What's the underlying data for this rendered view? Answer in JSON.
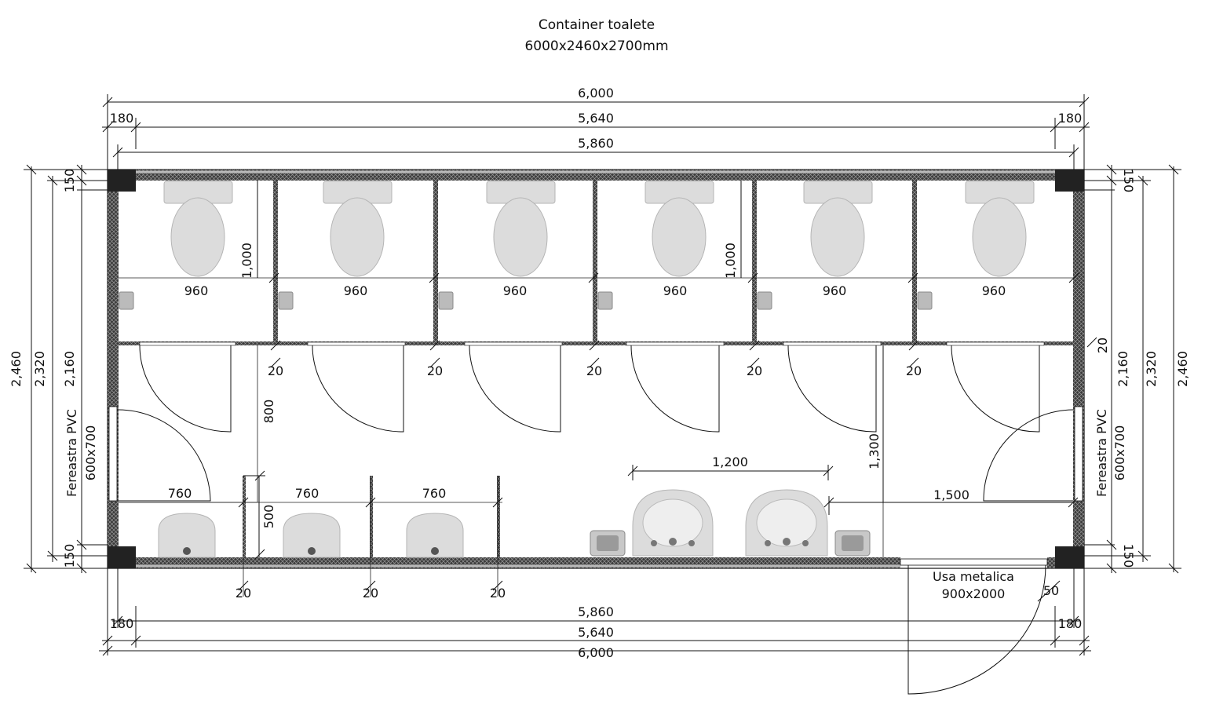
{
  "title": {
    "line1": "Container toalete",
    "line2": "6000x2460x2700mm"
  },
  "dimensions": {
    "overall_length": "6,000",
    "inner_length": "5,640",
    "frame_length": "5,860",
    "end_wall": "180",
    "height_outer": "2,460",
    "height_mid": "2,320",
    "height_inner": "2,160",
    "edge_150": "150",
    "cabin_width": "960",
    "cabin_depth": "1,000",
    "partition": "20",
    "corridor_800": "800",
    "urinal_width": "760",
    "urinal_depth": "500",
    "sink_span": "1,200",
    "entry_depth": "1,300",
    "entry_width": "1,500",
    "door_offset": "50"
  },
  "labels": {
    "window": "Fereastra PVC",
    "window_size": "600x700",
    "door": "Usa metalica",
    "door_size": "900x2000"
  },
  "colors": {
    "wall_hatch": "#2b2b2b",
    "fixture_fill": "#dcdcdc",
    "line": "#111111"
  }
}
